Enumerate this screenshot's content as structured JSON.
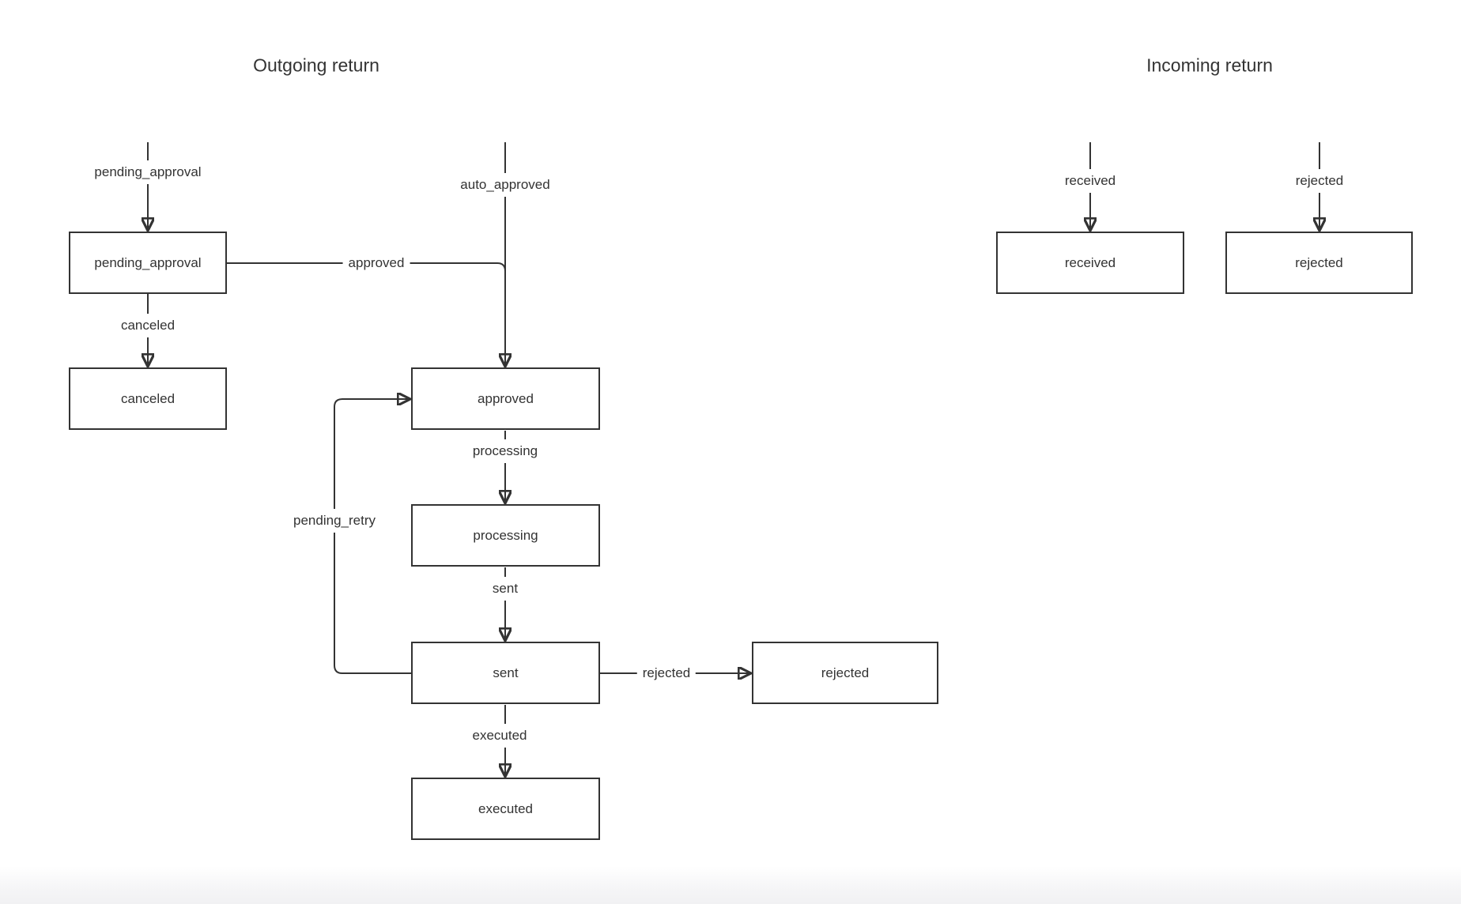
{
  "diagram": {
    "sections": {
      "outgoing": {
        "title": "Outgoing return"
      },
      "incoming": {
        "title": "Incoming return"
      }
    },
    "states": {
      "pending_approval": "pending_approval",
      "canceled": "canceled",
      "approved": "approved",
      "processing": "processing",
      "sent": "sent",
      "rejected_out": "rejected",
      "executed": "executed",
      "received": "received",
      "rejected_in": "rejected"
    },
    "edge_labels": {
      "start_pending_approval": "pending_approval",
      "auto_approved": "auto_approved",
      "approved": "approved",
      "canceled": "canceled",
      "processing": "processing",
      "sent": "sent",
      "rejected_out": "rejected",
      "executed": "executed",
      "pending_retry": "pending_retry",
      "received": "received",
      "rejected_in": "rejected"
    },
    "colors": {
      "line": "#333333",
      "text": "#333333",
      "box_fill": "#ffffff",
      "box_border": "#333333",
      "background": "#ffffff",
      "footer_band": "#f1f1f3"
    }
  }
}
